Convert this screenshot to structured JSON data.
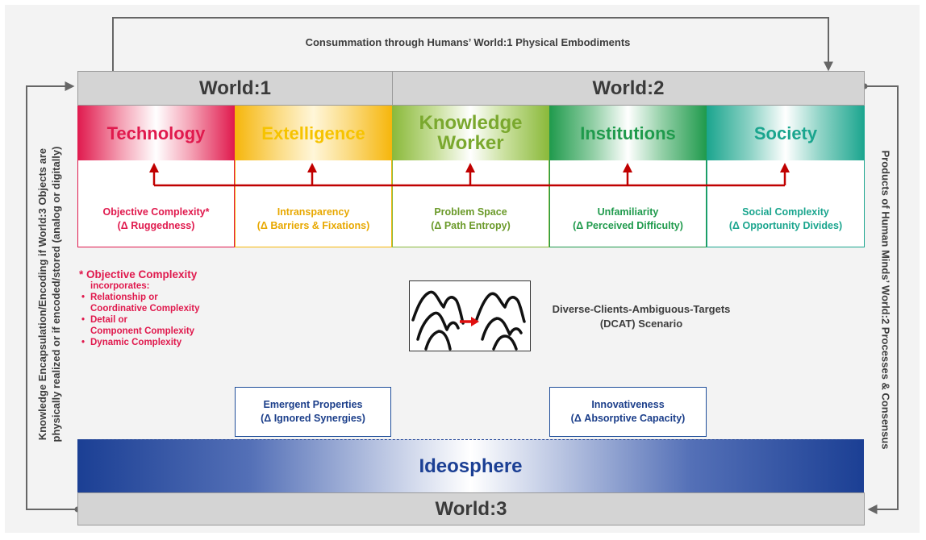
{
  "top_label": "Consummation through Humans’ World:1 Physical Embodiments",
  "world1": "World:1",
  "world2": "World:2",
  "world3": "World:3",
  "columns": [
    {
      "title": "Technology",
      "desc1": "Objective Complexity*",
      "desc2": "(Δ Ruggedness)",
      "color": "#e0194d"
    },
    {
      "title": "Extelligence",
      "desc1": "Intransparency",
      "desc2": "(Δ Barriers & Fixations)",
      "color": "#f6b60b"
    },
    {
      "title": "Knowledge Worker",
      "title_line1": "Knowledge",
      "title_line2": "Worker",
      "desc1": "Problem Space",
      "desc2": "(Δ Path Entropy)",
      "color": "#7aa82e"
    },
    {
      "title": "Institutions",
      "desc1": "Unfamiliarity",
      "desc2": "(Δ Perceived Difficulty)",
      "color": "#1f9a4c"
    },
    {
      "title": "Society",
      "desc1": "Social Complexity",
      "desc2": "(Δ Opportunity Divides)",
      "color": "#1aa58e"
    }
  ],
  "left_side": {
    "line1": "Knowledge Encapsulation/Encoding if World:3 Objects are",
    "line2": "physically realized or if encoded/stored (analog or digitally)"
  },
  "right_side": "Products of Human Minds’ World:2 Processes & Consensus",
  "note": {
    "head": "* Objective Complexity",
    "sub": "incorporates:",
    "items": [
      "Relationship or",
      "Coordinative Complexity",
      "Detail or",
      "Component Complexity",
      "Dynamic Complexity"
    ]
  },
  "scenario": {
    "line1": "Diverse-Clients-Ambiguous-Targets",
    "line2": "(DCAT) Scenario"
  },
  "emergent": {
    "line1": "Emergent Properties",
    "line2": "(Δ Ignored Synergies)"
  },
  "innovativeness": {
    "line1": "Innovativeness",
    "line2": "(Δ Absorptive Capacity)"
  },
  "ideosphere": "Ideosphere",
  "colors": {
    "arrow_red": "#c00000",
    "flow_gray": "#666666",
    "ideosphere_blue": "#1b3f94"
  }
}
